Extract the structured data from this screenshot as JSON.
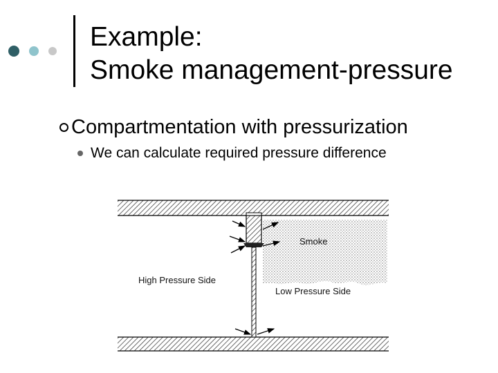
{
  "slide": {
    "title_line1": "Example:",
    "title_line2": "Smoke management-pressure",
    "bullet_level1": "Compartmentation with pressurization",
    "bullet_level2": "We can calculate required pressure difference"
  },
  "figure": {
    "smoke_label": "Smoke",
    "high_pressure_label": "High Pressure Side",
    "low_pressure_label": "Low Pressure Side"
  },
  "colors": {
    "dot_dark": "#2f5f66",
    "dot_light": "#8fc4cc",
    "dot_gray": "#c8c8c8"
  }
}
